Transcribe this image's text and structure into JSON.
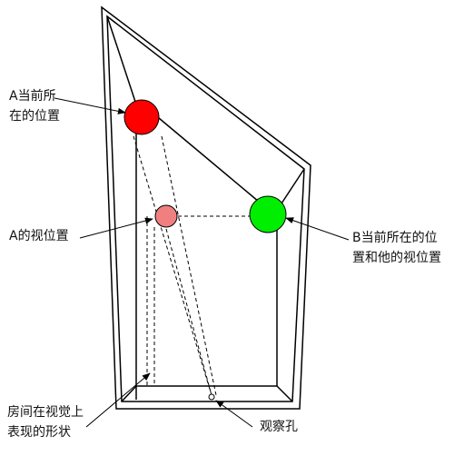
{
  "diagram": {
    "labels": {
      "a_current_line1": "A当前所",
      "a_current_line2": "在的位置",
      "a_visual": "A的视位置",
      "b_current_line1": "B当前所在的位",
      "b_current_line2": "置和他的视位置",
      "room_shape_line1": "房间在视觉上",
      "room_shape_line2": "表现的形状",
      "peephole": "观察孔"
    },
    "colors": {
      "person_a": "#ff0000",
      "person_a_visual": "#f08080",
      "person_b": "#00ee00",
      "line": "#000000"
    }
  }
}
